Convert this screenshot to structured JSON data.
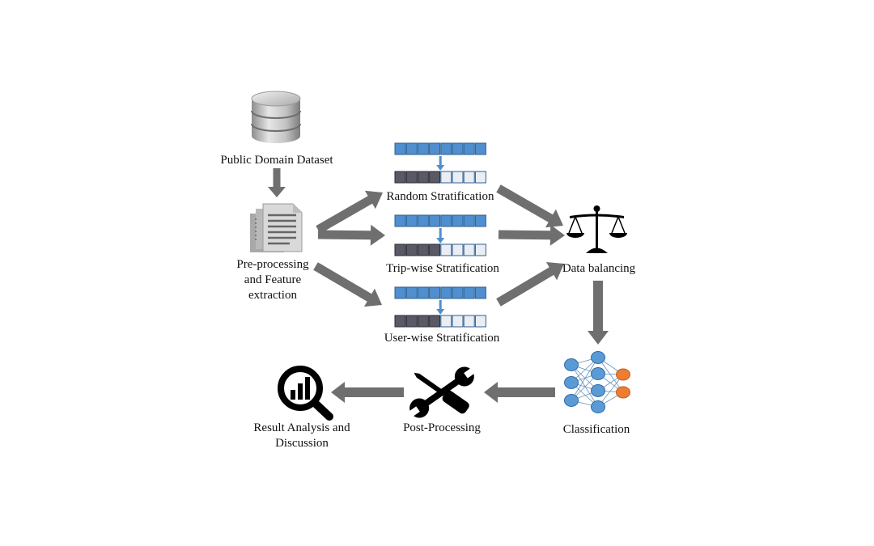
{
  "labels": {
    "dataset": "Public Domain Dataset",
    "preprocess_line1": "Pre-processing",
    "preprocess_line2": "and Feature",
    "preprocess_line3": "extraction",
    "random": "Random Stratification",
    "tripwise": "Trip-wise Stratification",
    "userwise": "User-wise Stratification",
    "balancing": "Data balancing",
    "classification": "Classification",
    "postprocessing": "Post-Processing",
    "result_line1": "Result Analysis and",
    "result_line2": "Discussion"
  },
  "icons": {
    "dataset": "database-icon",
    "preprocess": "documents-icon",
    "balancing": "scales-icon",
    "classification": "neural-network-icon",
    "postprocessing": "tools-icon",
    "result": "magnifier-chart-icon"
  },
  "colors": {
    "arrow": "#6f6f6f",
    "cell_blue": "#4f8fcf",
    "cell_dark": "#5a5a66",
    "cell_light": "#eaeef4",
    "node_blue": "#5b9bd5",
    "node_orange": "#ed7d31"
  }
}
